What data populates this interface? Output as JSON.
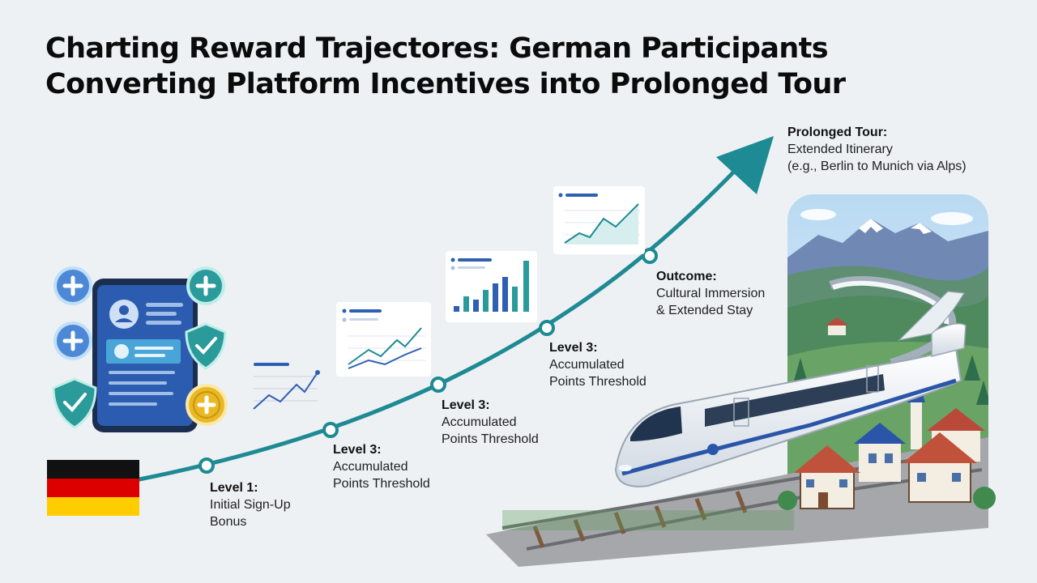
{
  "title": {
    "line1": "Charting Reward Trajectores: German Participants",
    "line2": "Converting Platform Incentives into Prolonged Tour"
  },
  "milestones": [
    {
      "heading": "Level 1:",
      "lines": [
        "Initial Sign-Up",
        "Bonus"
      ]
    },
    {
      "heading": "Level 3:",
      "lines": [
        "Accumulated",
        "Points Threshold"
      ]
    },
    {
      "heading": "Level 3:",
      "lines": [
        "Accumulated",
        "Points Threshold"
      ]
    },
    {
      "heading": "Level 3:",
      "lines": [
        "Accumulated",
        "Points Threshold"
      ]
    },
    {
      "heading": "Outcome:",
      "lines": [
        "Cultural Immersion",
        "& Extended Stay"
      ]
    },
    {
      "heading": "Prolonged Tour:",
      "lines": [
        "Extended Itinerary",
        "(e.g., Berlin to Munich via Alps)"
      ]
    }
  ],
  "colors": {
    "trajectory": "#1e8a93",
    "phone": "#2c5cb0",
    "shield": "#2a9b9a",
    "coin": "#e9b824",
    "flag": [
      "#111111",
      "#dd0000",
      "#ffcc00"
    ],
    "train_stripe": "#2a55a8"
  },
  "icons": [
    "plus-badge-icon",
    "shield-check-icon",
    "coin-plus-icon",
    "profile-icon",
    "line-chart-icon",
    "bar-chart-icon",
    "arrow-icon",
    "germany-flag-icon"
  ]
}
